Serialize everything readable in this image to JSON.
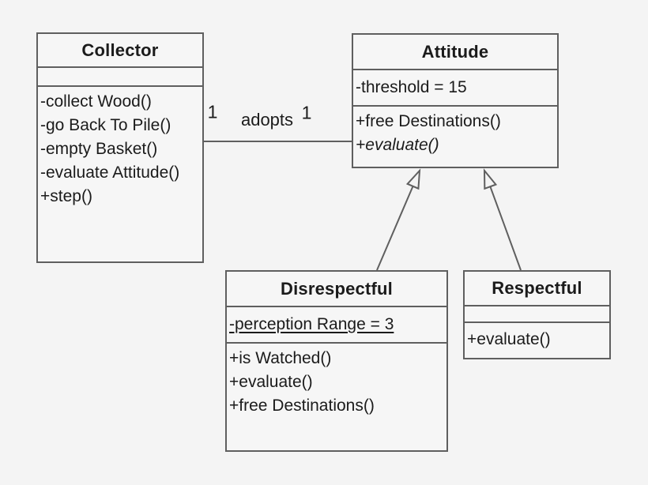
{
  "diagram": {
    "type": "uml-class-diagram",
    "background_color": "#f4f4f4",
    "box_fill_color": "#f6f6f6",
    "line_color": "#5f5f5f",
    "text_color": "#1b1b1b"
  },
  "classes": {
    "collector": {
      "name": "Collector",
      "attributes": [],
      "methods": [
        "-collect Wood()",
        "-go Back To Pile()",
        "-empty Basket()",
        "-evaluate Attitude()",
        "+step()"
      ]
    },
    "attitude": {
      "name": "Attitude",
      "attributes": [
        "-threshold = 15"
      ],
      "methods": [
        "+free Destinations()",
        "+evaluate()"
      ]
    },
    "disrespectful": {
      "name": "Disrespectful",
      "attributes": [
        "-perception Range = 3"
      ],
      "methods": [
        "+is Watched()",
        "+evaluate()",
        "+free Destinations()"
      ]
    },
    "respectful": {
      "name": "Respectful",
      "attributes": [],
      "methods": [
        "+evaluate()"
      ]
    }
  },
  "association": {
    "label": "adopts",
    "from": "Collector",
    "to": "Attitude",
    "multiplicity_collector_end": "1",
    "multiplicity_attitude_end": "1"
  },
  "generalizations": [
    {
      "child": "Disrespectful",
      "parent": "Attitude"
    },
    {
      "child": "Respectful",
      "parent": "Attitude"
    }
  ]
}
